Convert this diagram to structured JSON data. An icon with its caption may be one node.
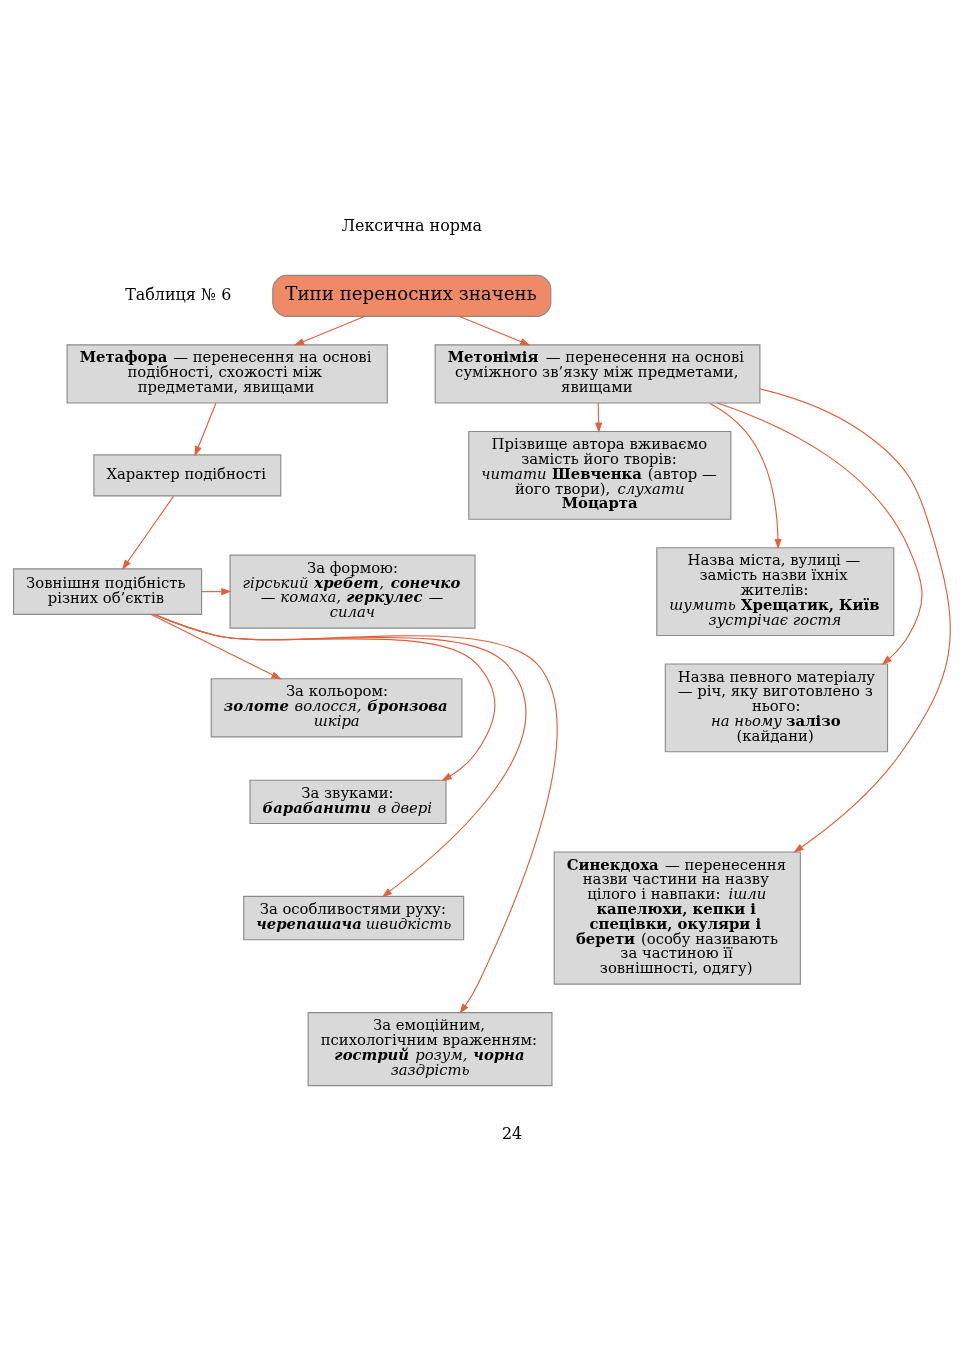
{
  "diagram": {
    "nodes": [
      {
        "text": [
          "Типи переносних значень"
        ]
      },
      {
        "text": [
          "**Метафора** — перенесення на основі подібності, схожості між предметами, явищами"
        ]
      },
      {
        "text": [
          "**Метонімія** — перенесення на основі суміжного зв’язку між предметами, явищами"
        ]
      },
      {
        "text": [
          "Характер подібності"
        ]
      },
      {
        "text": [
          "Зовнішня подібність різних об’єктів"
        ]
      },
      {
        "text": [
          "За формою:",
          "гірський **хребет**, **сонечко** — комаха, **геркулес** — силач"
        ]
      },
      {
        "text": [
          "За кольором:",
          "**золоте** волосся, **бронзова** шкіра"
        ]
      },
      {
        "text": [
          "За звуками:",
          "**барабанити** в двері"
        ]
      },
      {
        "text": [
          "За особливостями руху:",
          "**черепашача** швидкість"
        ]
      },
      {
        "text": [
          "За емоційним, психологічним враженням:",
          "**гострий** розум, **чорна** заздрість"
        ]
      },
      {
        "text": [
          "Прізвище автора вживаємо замість його творів:",
          "*читати* **Шевченка** (автор — його твори), *слухати* **Моцарта**"
        ]
      },
      {
        "text": [
          "Назва міста, вулиці — замість назви їхніх жителів:",
          "*шумить* **Хрещатик, Київ** *зустрічає гостя*"
        ]
      },
      {
        "text": [
          "Назва певного матеріалу — річ, яку виготовлено з нього:",
          "*на ньому* **залізо** (кайдани)"
        ]
      },
      {
        "text": [
          "**Синекдоха** — перенесення назви частини на назву цілого і навпаки: *ішли* **капелюхи, кепки і спецівки, окуляри і берети** (особу називають за частиною її зовнішності, одягу)"
        ]
      }
    ],
    "edges": [
      {
        "from": 0,
        "to": 1,
        "arrow": "to"
      },
      {
        "from": 0,
        "to": 2,
        "arrow": "to"
      },
      {
        "from": 1,
        "to": 3,
        "arrow": "to"
      },
      {
        "from": 3,
        "to": 4,
        "arrow": "to"
      },
      {
        "from": 4,
        "to": 5,
        "arrow": "to"
      },
      {
        "from": 4,
        "to": 6,
        "arrow": "to"
      },
      {
        "from": 4,
        "to": 7,
        "arrow": "to"
      },
      {
        "from": 4,
        "to": 8,
        "arrow": "to"
      },
      {
        "from": 4,
        "to": 9,
        "arrow": "to"
      },
      {
        "from": 2,
        "to": 10,
        "arrow": "to"
      },
      {
        "from": 2,
        "to": 11,
        "arrow": "to"
      },
      {
        "from": 2,
        "to": 12,
        "arrow": "to"
      },
      {
        "from": 2,
        "to": 13,
        "arrow": "to"
      }
    ],
    "labels": [
      "Лексична норма",
      "Таблиця № 6",
      "24"
    ]
  }
}
